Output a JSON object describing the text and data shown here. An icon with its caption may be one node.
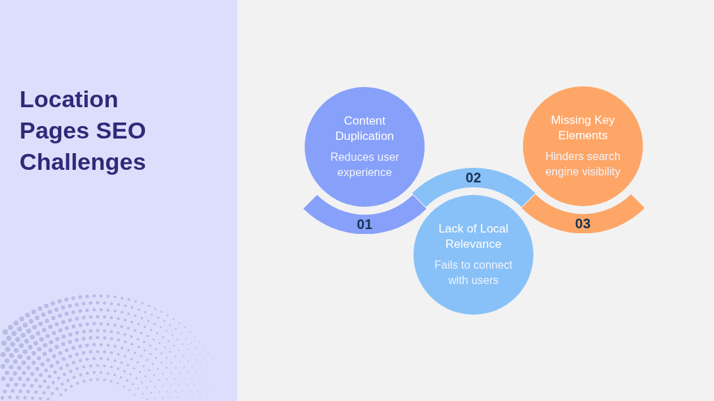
{
  "diagram": {
    "title": "Location Pages SEO Challenges",
    "nodes": [
      {
        "text": [
          "Content Duplication",
          "Reduces user experience"
        ]
      },
      {
        "text": [
          "01"
        ]
      },
      {
        "text": [
          "02"
        ]
      },
      {
        "text": [
          "Lack of Local Relevance",
          "Fails to connect with users"
        ]
      },
      {
        "text": [
          "Missing Key Elements",
          "Hinders search engine visibility"
        ]
      },
      {
        "text": [
          "03"
        ]
      }
    ]
  }
}
